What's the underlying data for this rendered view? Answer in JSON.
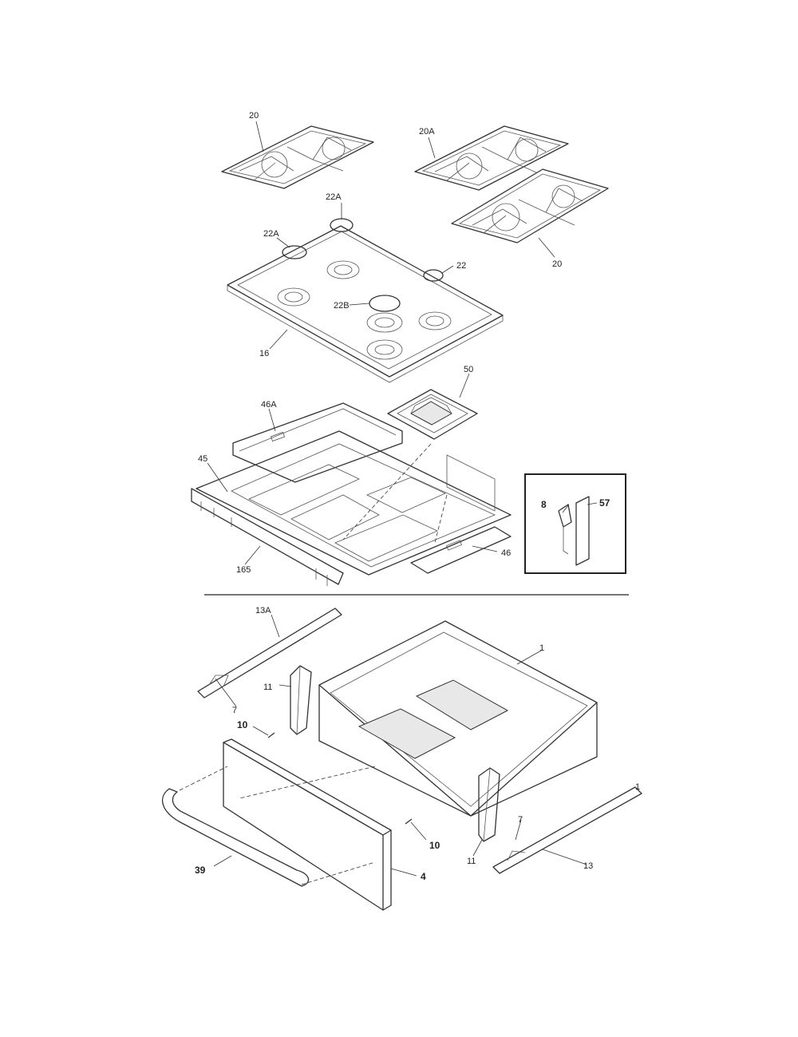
{
  "callouts": {
    "c20_top": "20",
    "c20a": "20A",
    "c20_right": "20",
    "c22a_top": "22A",
    "c22a_left": "22A",
    "c22": "22",
    "c22b": "22B",
    "c16": "16",
    "c50": "50",
    "c46a": "46A",
    "c45": "45",
    "c165": "165",
    "c46": "46",
    "c8": "8",
    "c57": "57",
    "c13a": "13A",
    "c1_top": "1",
    "c7_top": "7",
    "c11_left": "11",
    "c10_top": "10",
    "c10_right": "10",
    "c39": "39",
    "c4": "4",
    "c11_right": "11",
    "c7_right": "7",
    "c1_right": "1",
    "c13": "13"
  }
}
